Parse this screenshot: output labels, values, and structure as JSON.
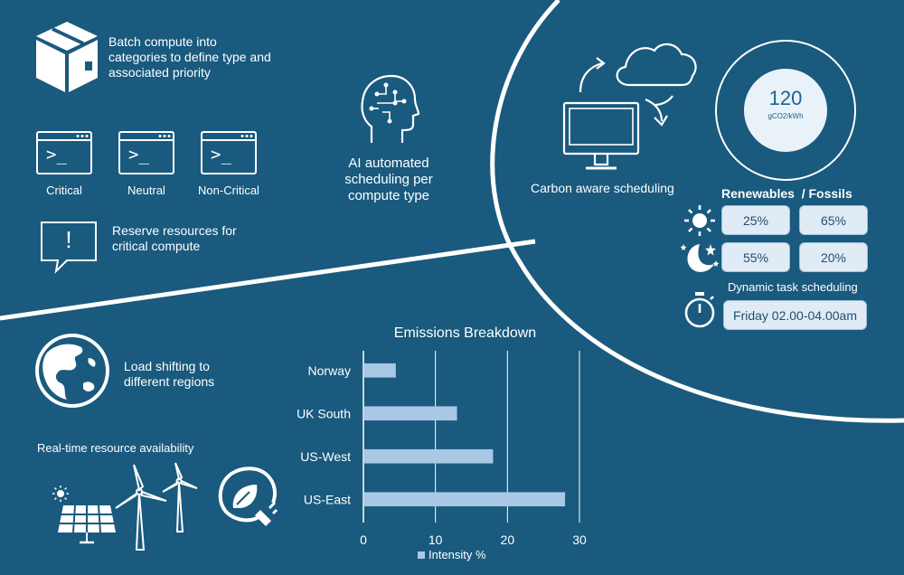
{
  "batch": {
    "text": "Batch compute into categories to define type and associated priority"
  },
  "categories": [
    {
      "label": "Critical",
      "prompt": ">_"
    },
    {
      "label": "Neutral",
      "prompt": ">_"
    },
    {
      "label": "Non-Critical",
      "prompt": ">_"
    }
  ],
  "reserve": {
    "text": "Reserve resources for critical compute",
    "mark": "!"
  },
  "ai": {
    "text": "AI automated scheduling per compute type"
  },
  "carbon": {
    "label": "Carbon aware scheduling",
    "intensity_value": "120",
    "intensity_unit": "gCO2/kWh",
    "header": "Renewables  / Fossils",
    "day": {
      "renewables": "25%",
      "fossils": "65%"
    },
    "night": {
      "renewables": "55%",
      "fossils": "20%"
    },
    "dynamic_label": "Dynamic task scheduling",
    "window": "Friday 02.00-04.00am"
  },
  "load": {
    "text": "Load shifting to different regions"
  },
  "realtime": {
    "text": "Real-time resource availability"
  },
  "colors": {
    "background": "#195a7e",
    "bar": "#a8c8e6",
    "pill": "#e1ebf5",
    "gauge": "#1a6390"
  },
  "icons": [
    "box-icon",
    "terminal-window-icon",
    "alert-speech-icon",
    "ai-head-icon",
    "cloud-sync-icon",
    "monitor-icon",
    "sun-icon",
    "moon-stars-icon",
    "stopwatch-icon",
    "globe-icon",
    "solar-panel-icon",
    "wind-turbine-icon",
    "eco-plug-icon"
  ],
  "chart_data": {
    "type": "bar",
    "orientation": "horizontal",
    "title": "Emissions Breakdown",
    "categories": [
      "Norway",
      "UK South",
      "US-West",
      "US-East"
    ],
    "series": [
      {
        "name": "Intensity %",
        "values": [
          4.5,
          13,
          18,
          28
        ]
      }
    ],
    "xlim": [
      0,
      30
    ],
    "xticks": [
      "0",
      "10",
      "20",
      "30"
    ],
    "grid": true,
    "legend": "bottom"
  }
}
